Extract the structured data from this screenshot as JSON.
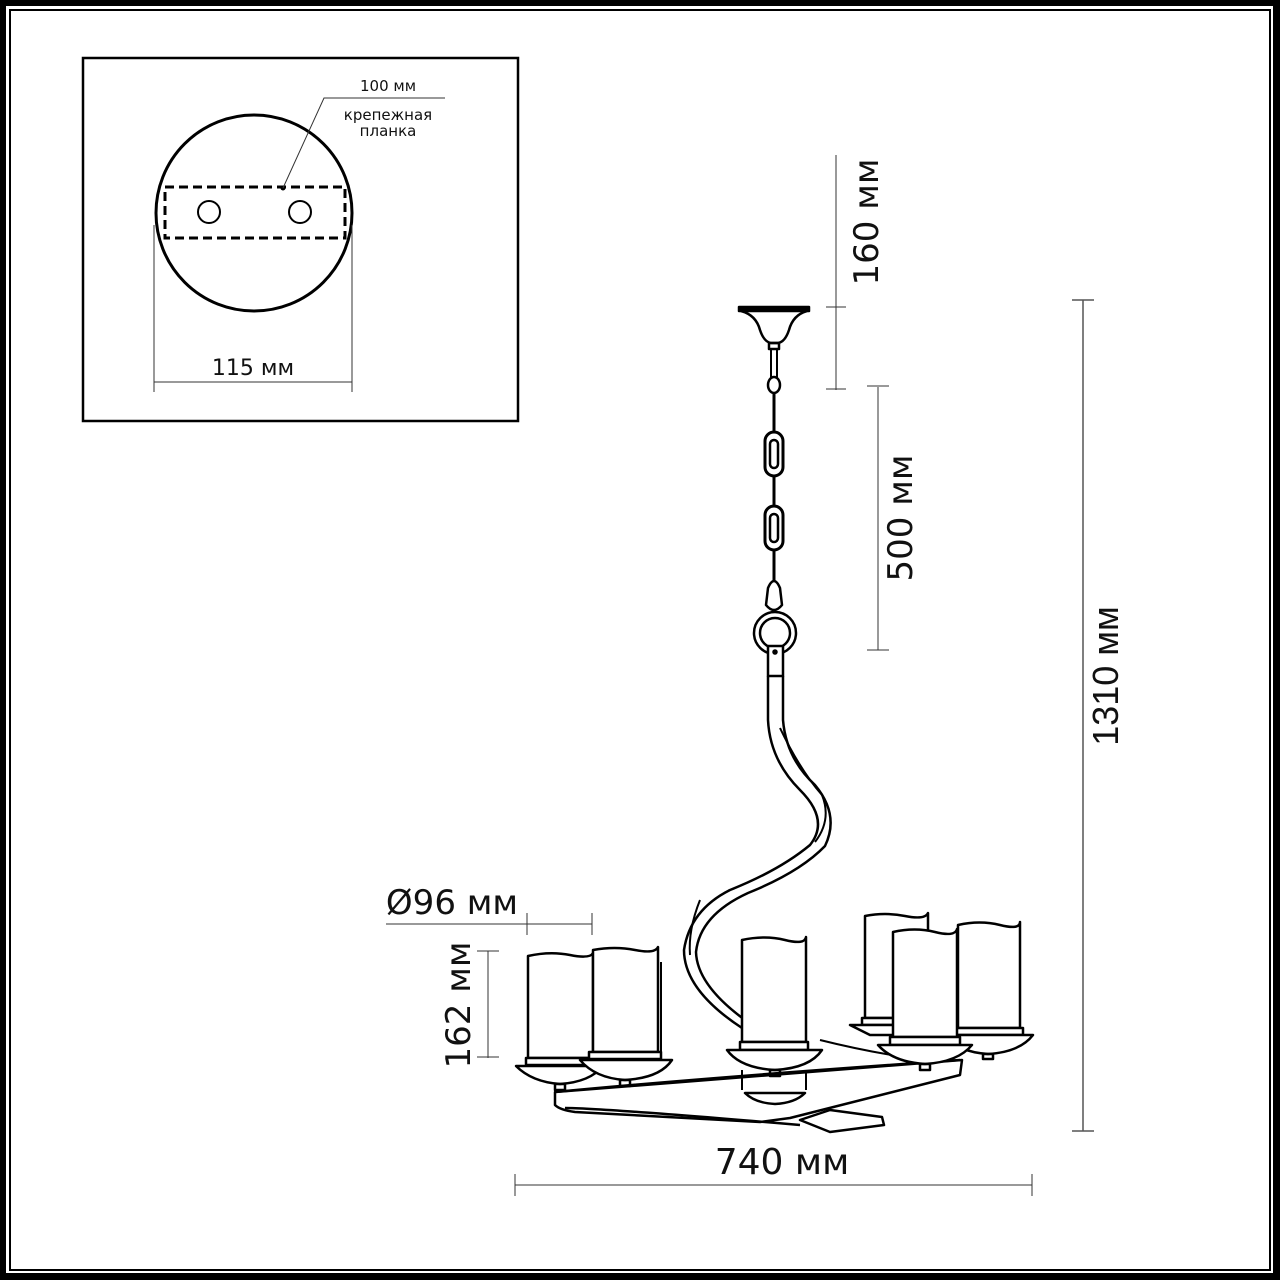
{
  "drawing": {
    "subject": "Chandelier dimension drawing",
    "colors": {
      "line": "#000000",
      "dimension_line": "#444444",
      "background": "#ffffff"
    }
  },
  "inset": {
    "mounting_plate_label_line1": "крепежная",
    "mounting_plate_label_line2": "планка",
    "plate_length": "100 мм",
    "canopy_diameter": "115 мм"
  },
  "dimensions": {
    "canopy_to_chain": "160 мм",
    "chain_length": "500 мм",
    "total_height": "1310 мм",
    "shade_diameter": "Ø96 мм",
    "shade_height": "162 мм",
    "total_width": "740 мм"
  },
  "chandelier": {
    "candle_count": 6
  }
}
